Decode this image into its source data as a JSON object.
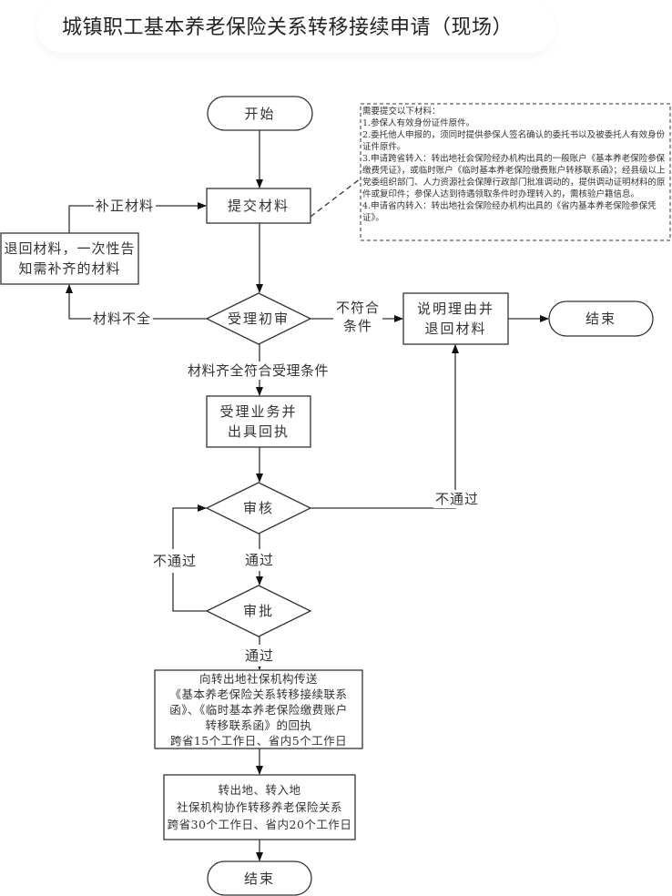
{
  "title": "城镇职工基本养老保险关系转移接续申请（现场）",
  "nodes": {
    "start": "开始",
    "submit": "提交材料",
    "return_materials": [
      "退回材料，一次性告",
      "知需补齐的材料"
    ],
    "initial_review": "受理初审",
    "explain_reject": [
      "说明理由并",
      "退回材料"
    ],
    "end_top": "结束",
    "accept": [
      "受理业务并",
      "出具回执"
    ],
    "audit": "审核",
    "approve": "审批",
    "send_receipt": [
      "向转出地社保机构传送",
      "《基本养老保险关系转移接续联系",
      "函》、《临时基本养老保险缴费账户",
      "转移联系函》的回执",
      "跨省15个工作日、省内5个工作日"
    ],
    "transfer": [
      "转出地、转入地",
      "社保机构协作转移养老保险关系",
      "跨省30个工作日、省内20个工作日"
    ],
    "end_bottom": "结束"
  },
  "edge_labels": {
    "supplement": "补正材料",
    "incomplete": "材料不全",
    "not_qualified": [
      "不符合",
      "条件"
    ],
    "complete_qualified": "材料齐全符合受理条件",
    "audit_fail": "不通过",
    "approve_fail": "不通过",
    "audit_pass": "通过",
    "approve_pass": "通过"
  },
  "note": {
    "heading": "需要提交以下材料：",
    "items": [
      "1.参保人有效身份证件原件。",
      "2.委托他人申报的，须同时提供参保人签名确认的委托书以及被委托人有效身份证件原件。",
      "3.申请跨省转入：转出地社会保险经办机构出具的一般账户《基本养老保险参保缴费凭证》，或临时账户《临时基本养老保险缴费账户转移联系函》；经县级以上党委组织部门、人力资源社会保障行政部门批准调动的，提供调动证明材料的原件或复印件；参保人达到待遇领取条件时办理转入的，需核验户籍信息。",
      "4.申请省内转入：转出地社会保险经办机构出具的《省内基本养老保险参保凭证》。"
    ]
  }
}
